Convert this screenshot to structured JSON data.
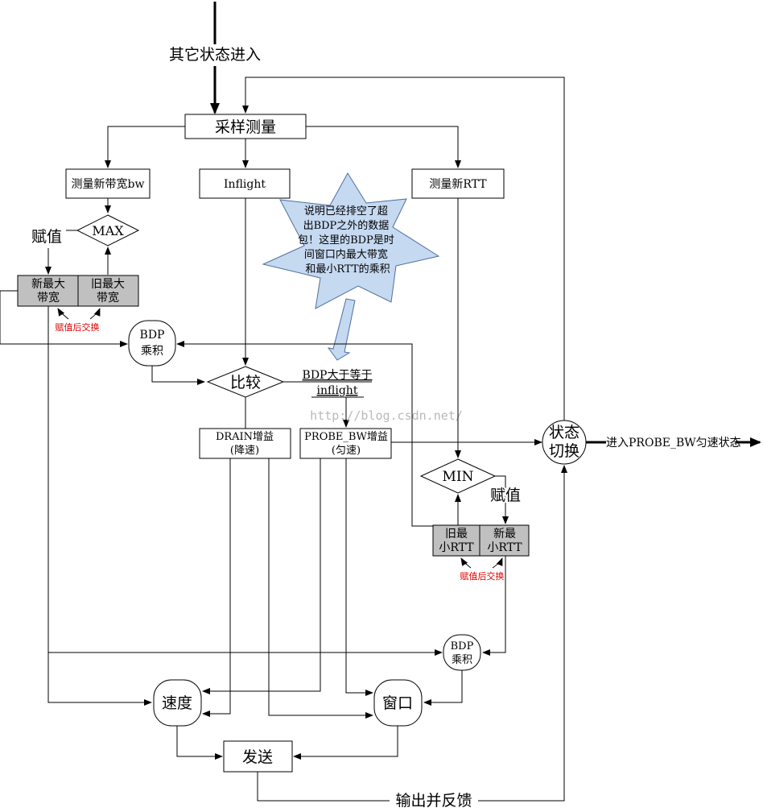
{
  "entry_label": "其它状态进入",
  "sample": "采样测量",
  "measure_bw": "测量新带宽bw",
  "inflight": "Inflight",
  "measure_rtt": "测量新RTT",
  "star_lines": [
    "说明已经排空了超",
    "出BDP之外的数据",
    "包！这里的BDP是时",
    "间窗口内最大带宽",
    "和最小RTT的乘积"
  ],
  "max_label": "MAX",
  "assign_left": "赋值",
  "new_max_bw": [
    "新最大",
    "带宽"
  ],
  "old_max_bw": [
    "旧最大",
    "带宽"
  ],
  "swap_left": "赋值后交换",
  "bdp_top": [
    "BDP",
    "乘积"
  ],
  "compare": "比较",
  "cond": [
    "BDP大于等于",
    "inflight"
  ],
  "watermark": "http://blog.csdn.net/",
  "drain": [
    "DRAIN增益",
    "(降速)"
  ],
  "probe": [
    "PROBE_BW增益",
    "(匀速)"
  ],
  "state_switch": [
    "状态",
    "切换"
  ],
  "enter_probe": "进入PROBE_BW匀速状态",
  "min_label": "MIN",
  "assign_right": "赋值",
  "old_min_rtt": [
    "旧最",
    "小RTT"
  ],
  "new_min_rtt": [
    "新最",
    "小RTT"
  ],
  "swap_right": "赋值后交换",
  "bdp_bottom": [
    "BDP",
    "乘积"
  ],
  "speed": "速度",
  "window": "窗口",
  "send": "发送",
  "feedback": "输出并反馈",
  "colors": {
    "star_fill": "#c5d9f1",
    "star_stroke": "#4f6f9f",
    "gray_box": "#c0c0c0",
    "red_text": "#e00000"
  }
}
